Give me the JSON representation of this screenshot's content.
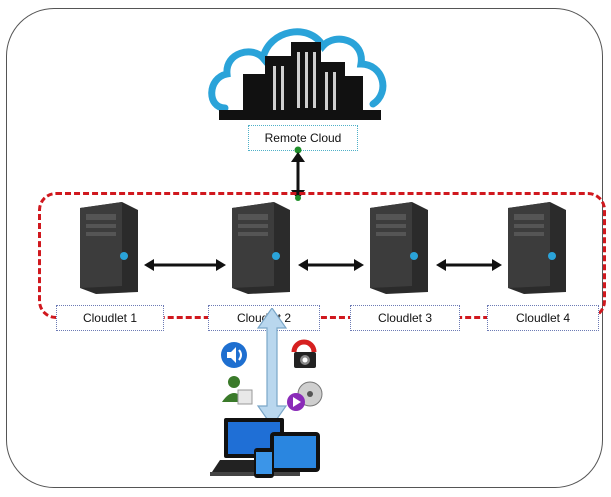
{
  "remote_cloud": {
    "label": "Remote Cloud"
  },
  "cloudlets": [
    {
      "label": "Cloudlet 1"
    },
    {
      "label": "Cloudlet 2"
    },
    {
      "label": "Cloudlet 3"
    },
    {
      "label": "Cloudlet 4"
    }
  ],
  "colors": {
    "cluster_border": "#d0181e",
    "cloud_outline": "#2aa3d9",
    "label_border": "#6d7bb5",
    "mobile_link": "#b9d7ee"
  }
}
